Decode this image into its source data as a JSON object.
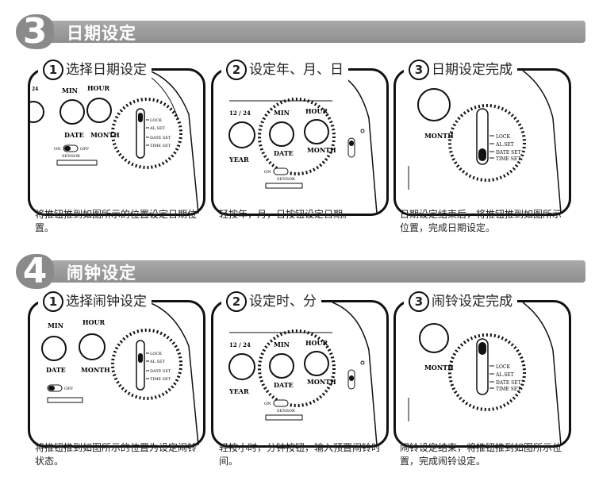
{
  "sections": [
    {
      "number": "3",
      "title": "日期设定",
      "steps": [
        {
          "num": "1",
          "title": "选择日期设定",
          "desc": "将推钮推到如图所示的位置设定日期位置。"
        },
        {
          "num": "2",
          "title": "设定年、月、日",
          "desc": "轻按年，月，日按钮设定日期。"
        },
        {
          "num": "3",
          "title": "日期设定完成",
          "desc": "日期设定结束后，将推钮推到如图所示位置，完成日期设定。"
        }
      ]
    },
    {
      "number": "4",
      "title": "闹钟设定",
      "steps": [
        {
          "num": "1",
          "title": "选择闹钟设定",
          "desc": "将推钮推到如图所示的位置为设定闹铃状态。"
        },
        {
          "num": "2",
          "title": "设定时、分",
          "desc": "轻按小时，分钟按钮，输入预置闹铃时间。"
        },
        {
          "num": "3",
          "title": "闹铃设定完成",
          "desc": "闹铃设定结束，将推钮推到如图所示位置，完成闹铃设定。"
        }
      ]
    }
  ],
  "device_labels": {
    "min": "MIN",
    "hour": "HOUR",
    "date": "DATE",
    "month": "MONTH",
    "twelve_24": "12 / 24",
    "year": "YEAR",
    "on": "ON",
    "off": "OFF",
    "sensor": "SENSOR",
    "lock": "LOCK",
    "al_set": "AL.SET",
    "date_set": "DATE SET",
    "time_set": "TIME SET",
    "min_cut": "MIN",
    "date_cut": "DATE",
    "left_cut": "24"
  },
  "colors": {
    "bar": "#9a9a9a",
    "badge": "#8a8a8a",
    "outline": "#111111"
  }
}
